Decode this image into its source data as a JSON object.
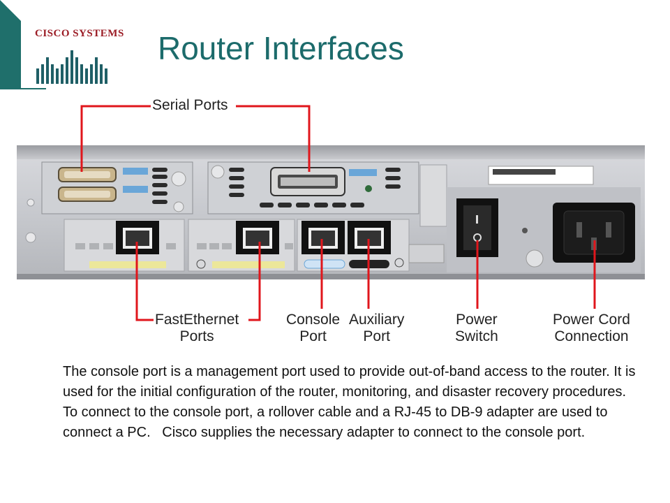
{
  "header": {
    "logo_text": "CISCO SYSTEMS",
    "title": "Router Interfaces"
  },
  "labels": {
    "serial_ports": "Serial Ports",
    "fastethernet_ports": [
      "FastEthernet",
      "Ports"
    ],
    "console_port": [
      "Console",
      "Port"
    ],
    "auxiliary_port": [
      "Auxiliary",
      "Port"
    ],
    "power_switch": [
      "Power",
      "Switch"
    ],
    "power_cord": [
      "Power Cord",
      "Connection"
    ]
  },
  "body": {
    "paragraph1": "The console port is a management port used to provide out-of-band access to the router. It is used for the initial configuration of the router, monitoring, and disaster recovery procedures.",
    "paragraph2": "To connect to the console port, a rollover cable and a RJ-45 to DB-9 adapter are used to connect a PC.   Cisco supplies the necessary adapter to connect to the console port."
  },
  "colors": {
    "title": "#1c6b6b",
    "callout_line": "#e0161c",
    "logo_red": "#9b1c25",
    "corner_teal": "#1f6f6b"
  }
}
